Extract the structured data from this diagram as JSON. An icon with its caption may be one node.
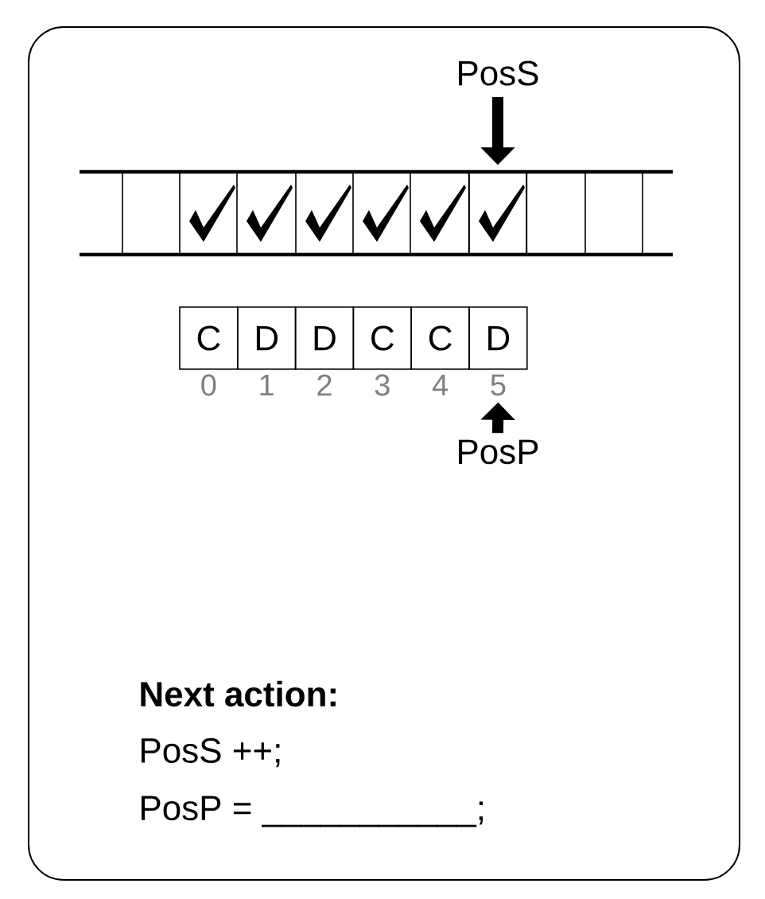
{
  "diagram": {
    "nodes": [
      {
        "text": [
          "PosS"
        ]
      },
      {
        "text": [],
        "shape": "box"
      },
      {
        "text": [
          "C"
        ]
      },
      {
        "text": [
          "D"
        ]
      },
      {
        "text": [
          "D"
        ]
      },
      {
        "text": [
          "C"
        ]
      },
      {
        "text": [
          "C"
        ]
      },
      {
        "text": [
          "D"
        ]
      },
      {
        "text": [
          "5"
        ]
      },
      {
        "text": [
          "PosP"
        ]
      }
    ],
    "edges": [
      {
        "from": 0,
        "to": 1,
        "arrow": "to"
      },
      {
        "from": 9,
        "to": 8,
        "arrow": "to"
      }
    ],
    "labels": [
      "0",
      "1",
      "2",
      "3",
      "4",
      "Next action:",
      "PosS ++;",
      "PosP = ___________;"
    ]
  }
}
